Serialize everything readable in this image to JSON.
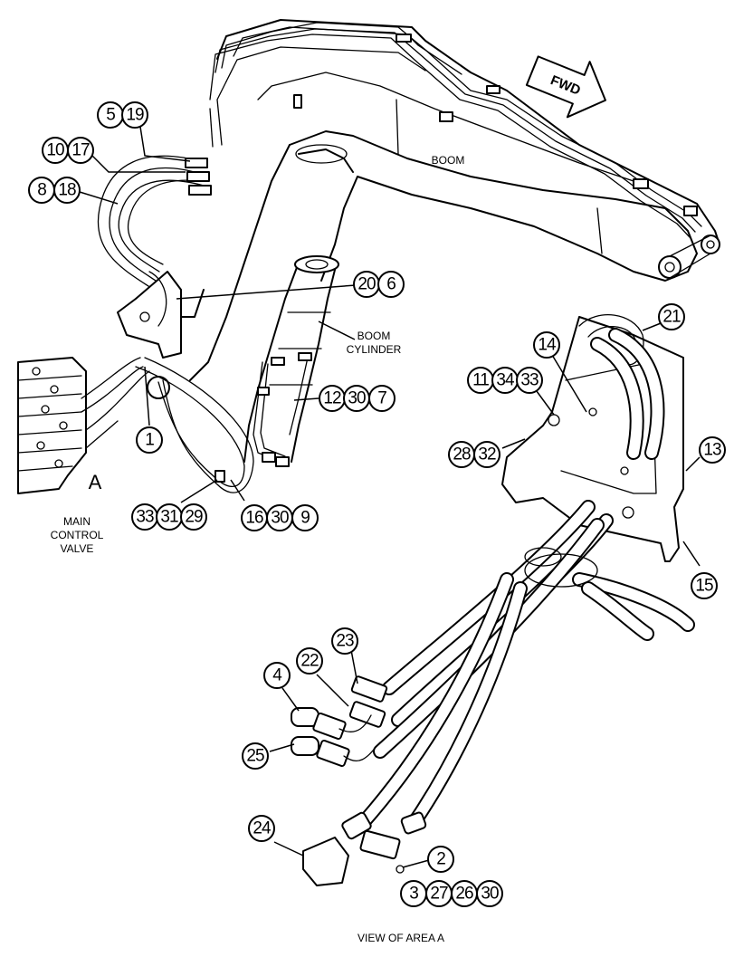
{
  "labels": {
    "boom": "BOOM",
    "boom_cylinder_line1": "BOOM",
    "boom_cylinder_line2": "CYLINDER",
    "fwd": "FWD",
    "area_a": "A",
    "main_control_valve_line1": "MAIN",
    "main_control_valve_line2": "CONTROL",
    "main_control_valve_line3": "VALVE",
    "caption": "VIEW OF AREA A"
  },
  "callouts": {
    "c5": "5",
    "c19": "19",
    "c10": "10",
    "c17": "17",
    "c8": "8",
    "c18": "18",
    "c20": "20",
    "c6": "6",
    "c1": "1",
    "c12": "12",
    "c30a": "30",
    "c7": "7",
    "c33a": "33",
    "c31": "31",
    "c29": "29",
    "c16": "16",
    "c30b": "30",
    "c9": "9",
    "c21": "21",
    "c14": "14",
    "c11": "11",
    "c34": "34",
    "c33b": "33",
    "c28": "28",
    "c32": "32",
    "c13": "13",
    "c15": "15",
    "c23": "23",
    "c22": "22",
    "c4": "4",
    "c25": "25",
    "c24": "24",
    "c2": "2",
    "c3": "3",
    "c27": "27",
    "c26": "26",
    "c30c": "30"
  }
}
